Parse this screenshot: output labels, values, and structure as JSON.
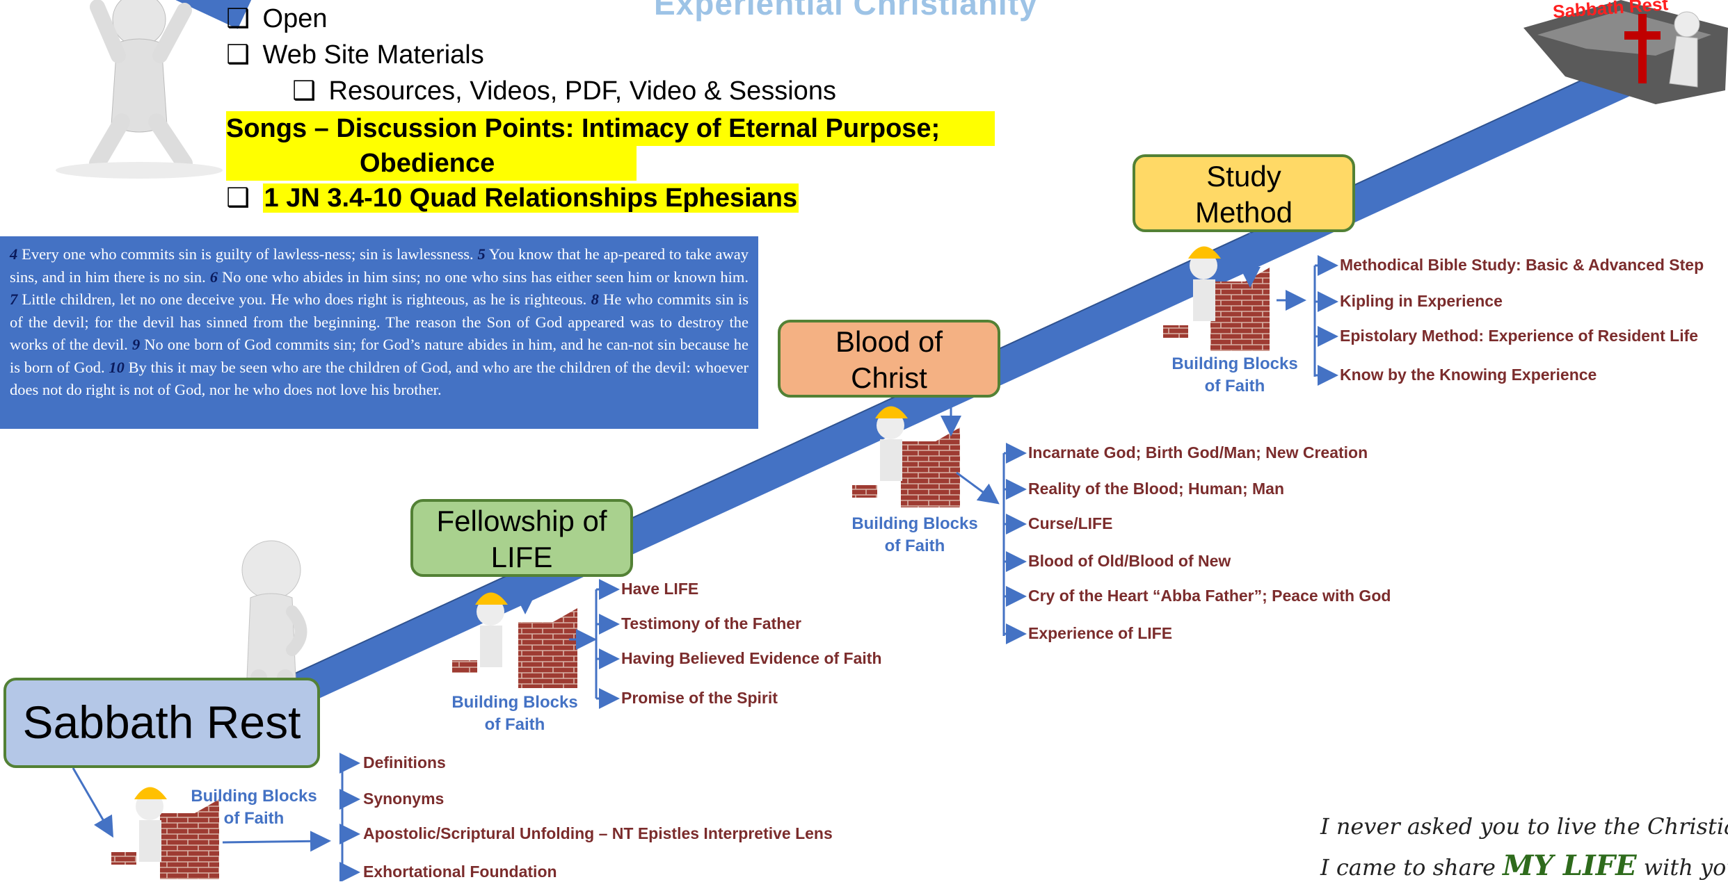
{
  "header": {
    "title": "Experiential Christianity",
    "corner_banner": "Sabbath Rest",
    "checklist": [
      "Open",
      "Web Site Materials"
    ],
    "sub_item": "Resources, Videos, PDF, Video & Sessions",
    "highlight_line1": "Songs – Discussion Points: Intimacy of Eternal Purpose; Eternal",
    "highlight_line2": "Obedience Hypothesis",
    "highlight_check": "1 JN 3.4-10 Quad Relationships Ephesians"
  },
  "scripture": {
    "verses": [
      {
        "num": "4",
        "text": "Every one who commits sin is guilty of lawless-ness; sin is lawlessness."
      },
      {
        "num": "5",
        "text": "You know that he ap-peared to take away sins, and in him there is no sin."
      },
      {
        "num": "6",
        "text": "No one who abides in him sins; no one who sins has either seen him or known him."
      },
      {
        "num": "7",
        "text": "Little children, let no one deceive you. He who does right is righteous, as he is righteous."
      },
      {
        "num": "8",
        "text": "He who commits sin is of the devil; for the devil has sinned from the beginning. The reason the Son of God appeared was to destroy the works of the devil."
      },
      {
        "num": "9",
        "text": "No one born of God commits sin; for God’s nature abides in him, and he can-not sin because he is born of God."
      },
      {
        "num": "10",
        "text": "By this it may be seen who are the children of God, and who are the children of the devil: whoever does not do right is not of God, nor he who does not love his brother."
      }
    ]
  },
  "block_caption": [
    "Building Blocks",
    "of Faith"
  ],
  "steps": {
    "sabbath": {
      "label": "Sabbath Rest",
      "fill": "#b4c7e7"
    },
    "fellowship": {
      "label1": "Fellowship of",
      "label2": "LIFE",
      "fill": "#a9d18e"
    },
    "blood": {
      "label1": "Blood of",
      "label2": "Christ",
      "fill": "#f4b183"
    },
    "study": {
      "label1": "Study",
      "label2": "Method",
      "fill": "#ffd966"
    }
  },
  "lists": {
    "sabbath": [
      "Definitions",
      "Synonyms",
      "Apostolic/Scriptural Unfolding – NT Epistles Interpretive Lens",
      "Exhortational Foundation"
    ],
    "fellowship": [
      "Have LIFE",
      "Testimony of the Father",
      "Having Believed Evidence of Faith",
      "Promise of the Spirit"
    ],
    "blood": [
      "Incarnate God; Birth God/Man; New Creation",
      "Reality of the Blood; Human; Man",
      "Curse/LIFE",
      "Blood of Old/Blood of New",
      "Cry of the Heart “Abba Father”; Peace with God",
      "Experience of LIFE"
    ],
    "study": [
      "Methodical Bible Study: Basic & Advanced Step",
      "Kipling in Experience",
      "Epistolary Method: Experience of Resident Life",
      "Know by the Knowing Experience"
    ]
  },
  "quote": {
    "line1": "I never asked you to live the Christian life",
    "line2_pre": "I came to share",
    "line2_big": "MY LIFE",
    "line2_post": "with you."
  },
  "colors": {
    "ramp": "#4472c4",
    "list_text": "#7b2c2c",
    "caption": "#4472c4",
    "highlight": "#ffff00",
    "box_border": "#538135"
  }
}
